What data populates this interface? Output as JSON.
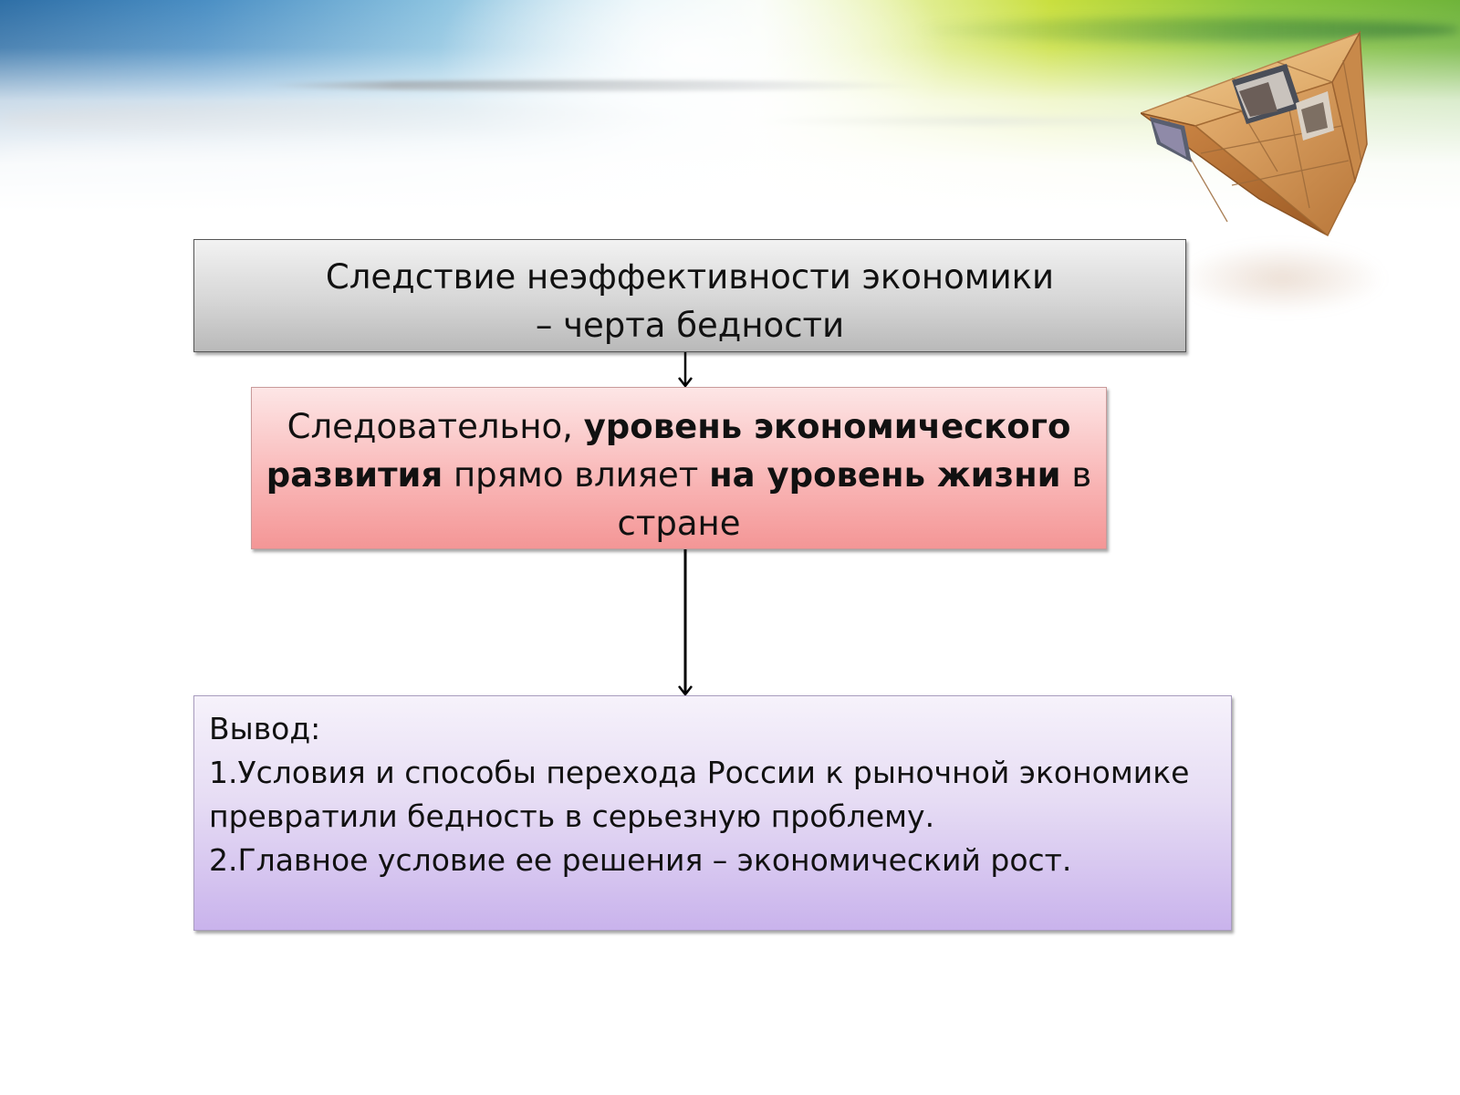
{
  "slide": {
    "top_box": {
      "line1": "Следствие неэффективности экономики",
      "line2": "– черта бедности"
    },
    "middle_box": {
      "part1": "Следовательно, ",
      "part2_bold": "уровень экономического",
      "part3_bold": "развития",
      "part4": " прямо влияет ",
      "part5_bold": "на уровень жизни",
      "part6": " в",
      "part7": "стране"
    },
    "conclusion_box": {
      "heading": "Вывод:",
      "point1_line1": "1.Условия и способы перехода России к рыночной экономике",
      "point1_line2": "превратили бедность в серьезную проблему.",
      "point2": "2.Главное условие ее решения – экономический рост."
    }
  },
  "colors": {
    "top_box": "#d6d6d6",
    "middle_box": "#f9b8b8",
    "conclusion_box": "#e6dcf4",
    "arrow": "#000000"
  }
}
